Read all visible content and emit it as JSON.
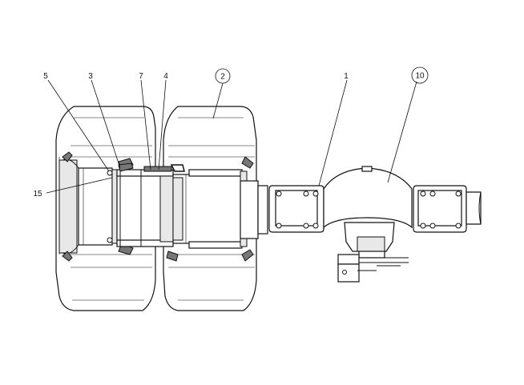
{
  "diagram": {
    "callouts": [
      {
        "id": "5",
        "label": "5",
        "circled": false
      },
      {
        "id": "3",
        "label": "3",
        "circled": false
      },
      {
        "id": "7",
        "label": "7",
        "circled": false
      },
      {
        "id": "4",
        "label": "4",
        "circled": false
      },
      {
        "id": "2",
        "label": "2",
        "circled": true
      },
      {
        "id": "1",
        "label": "1",
        "circled": false
      },
      {
        "id": "10",
        "label": "10",
        "circled": true
      },
      {
        "id": "15",
        "label": "15",
        "circled": false
      }
    ]
  }
}
